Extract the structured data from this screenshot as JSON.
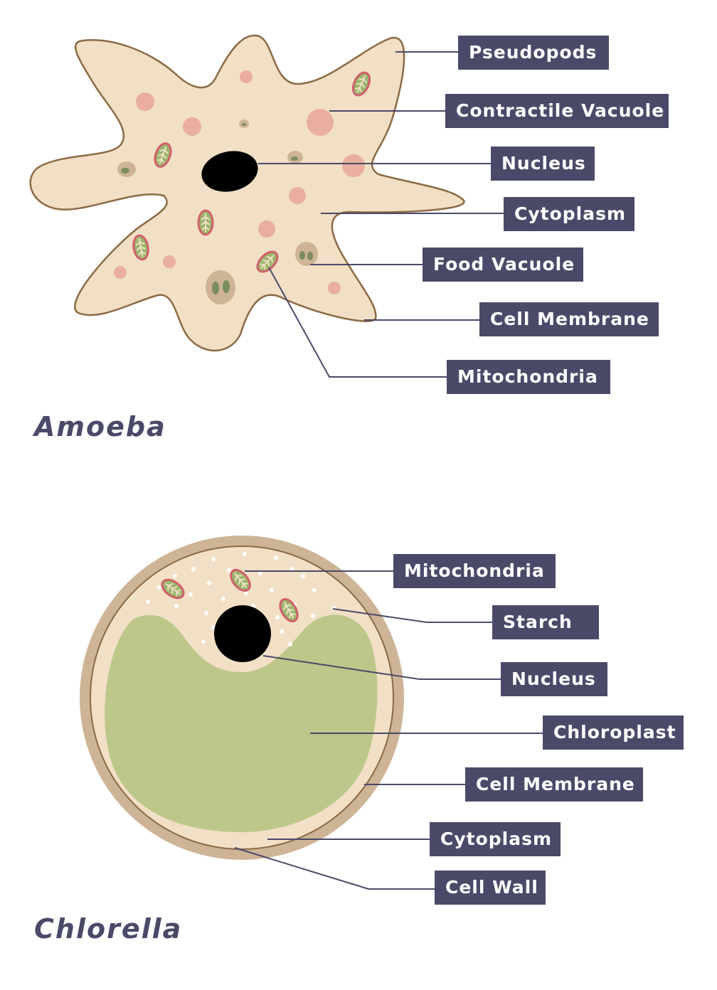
{
  "amoeba": {
    "caption": "Amoeba",
    "labels": {
      "pseudopods": "Pseudopods",
      "contractile_vacuole": "Contractile Vacuole",
      "nucleus": "Nucleus",
      "cytoplasm": "Cytoplasm",
      "food_vacuole": "Food Vacuole",
      "cell_membrane": "Cell Membrane",
      "mitochondria": "Mitochondria"
    }
  },
  "chlorella": {
    "caption": "Chlorella",
    "labels": {
      "mitochondria": "Mitochondria",
      "starch": "Starch",
      "nucleus": "Nucleus",
      "chloroplast": "Chloroplast",
      "cell_membrane": "Cell Membrane",
      "cytoplasm": "Cytoplasm",
      "cell_wall": "Cell Wall"
    }
  },
  "colors": {
    "label_bg": "#4a4a68",
    "label_text": "#ffffff",
    "cytoplasm": "#f1e0c6",
    "membrane_outline": "#8b6a45",
    "cell_wall": "#cdb497",
    "chloroplast": "#bdc78a",
    "vacuole_pink": "#e9aea0",
    "food_vacuole": "#cdb497",
    "food_particle": "#7a8d5a",
    "mito_fill": "#9bb56d",
    "mito_outline": "#d1606b",
    "nucleus": "#000000",
    "leader_line": "#4a4a68"
  }
}
